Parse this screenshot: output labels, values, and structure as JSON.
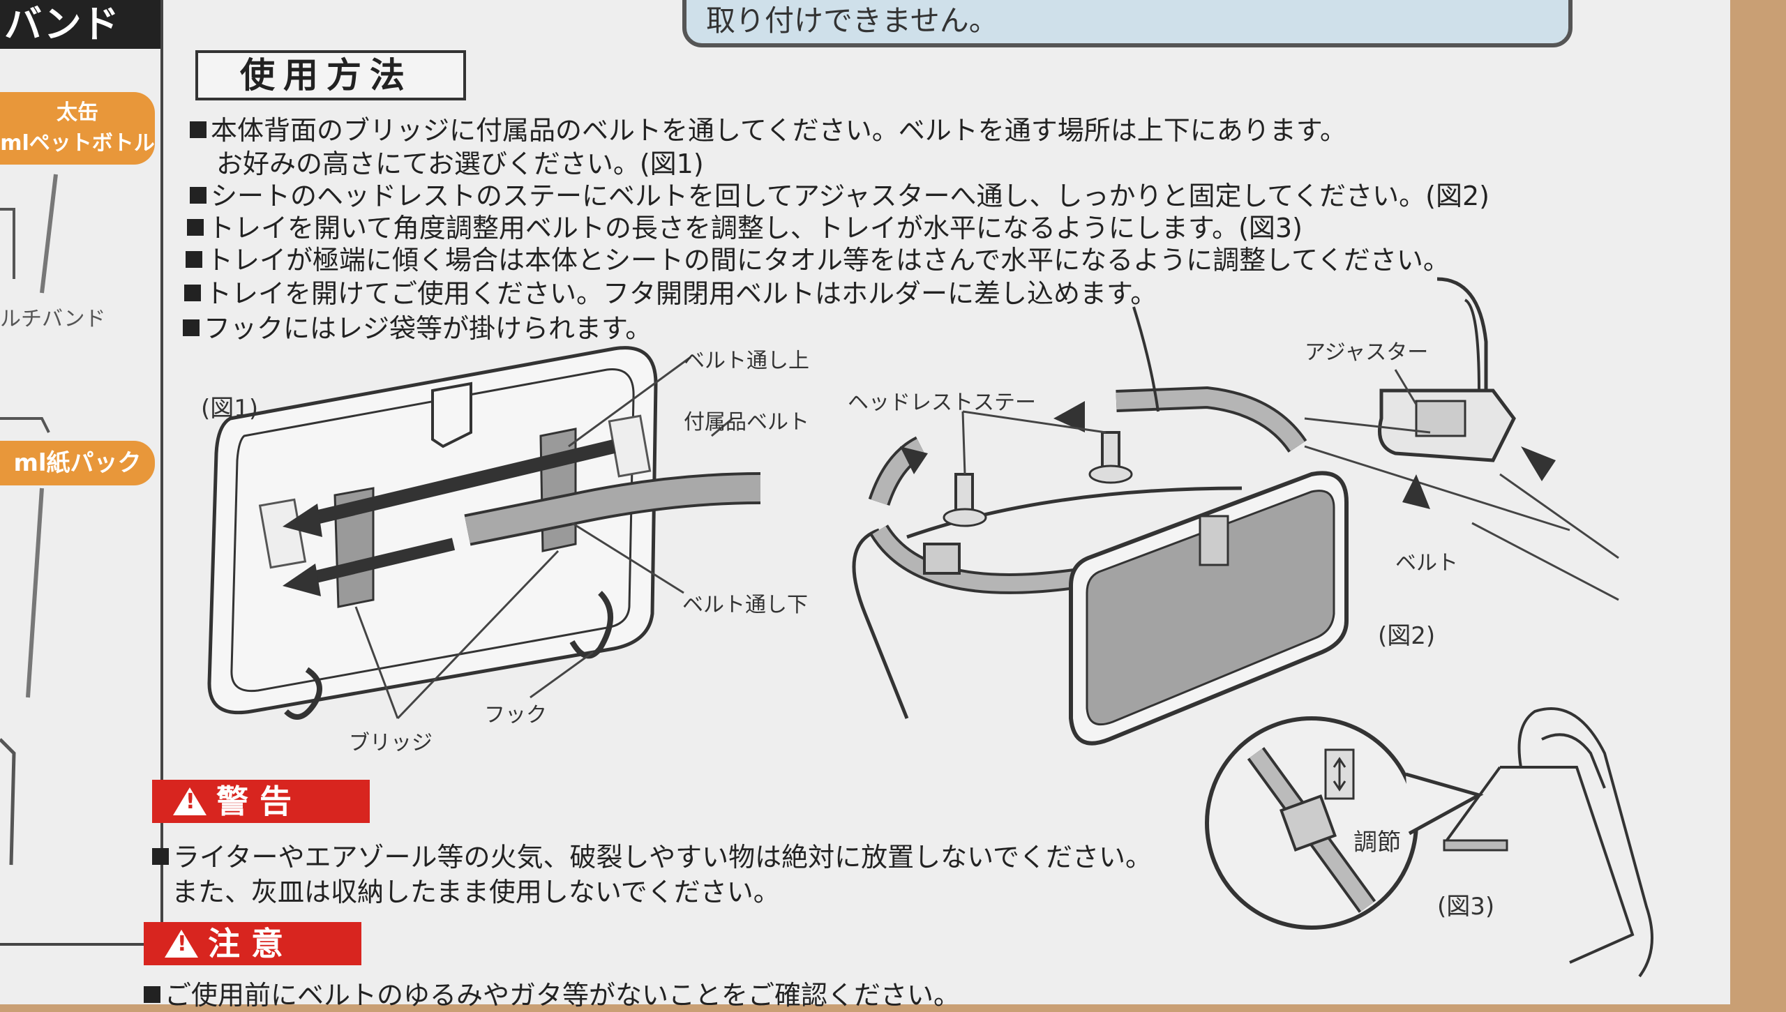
{
  "left_panel": {
    "header": "バンド",
    "tag1_line1": "太缶",
    "tag1_line2": "mlペットボトル",
    "caption": "ルチバンド",
    "tag2": "ml紙パック"
  },
  "info_box_text": "取り付けできません。",
  "section_title": "使用方法",
  "instructions": [
    "本体背面のブリッジに付属品のベルトを通してください。ベルトを通す場所は上下にあります。",
    "お好みの高さにてお選びください。(図1)",
    "シートのヘッドレストのステーにベルトを回してアジャスターへ通し、しっかりと固定してください。(図2)",
    "トレイを開いて角度調整用ベルトの長さを調整し、トレイが水平になるようにします。(図3)",
    "トレイが極端に傾く場合は本体とシートの間にタオル等をはさんで水平になるように調整してください。",
    "トレイを開けてご使用ください。フタ開閉用ベルトはホルダーに差し込めます。",
    "フックにはレジ袋等が掛けられます。"
  ],
  "figure1": {
    "label": "(図1)",
    "belt_upper": "ベルト通し上",
    "belt_accessory": "付属品ベルト",
    "belt_lower": "ベルト通し下",
    "bridge": "ブリッジ",
    "hook": "フック"
  },
  "figure2": {
    "headrest_stay": "ヘッドレストステー",
    "adjuster": "アジャスター",
    "belt": "ベルト",
    "label": "(図2)"
  },
  "figure3": {
    "adjust": "調節",
    "label": "(図3)"
  },
  "warning": {
    "title": "警告",
    "line1": "ライターやエアゾール等の火気、破裂しやすい物は絶対に放置しないでください。",
    "line2": "また、灰皿は収納したまま使用しないでください。"
  },
  "caution": {
    "title": "注意",
    "line1": "ご使用前にベルトのゆるみやガタ等がないことをご確認ください。"
  },
  "colors": {
    "warning_red": "#d8251f",
    "tag_orange": "#e8973a",
    "info_blue": "#cfe0ea"
  }
}
